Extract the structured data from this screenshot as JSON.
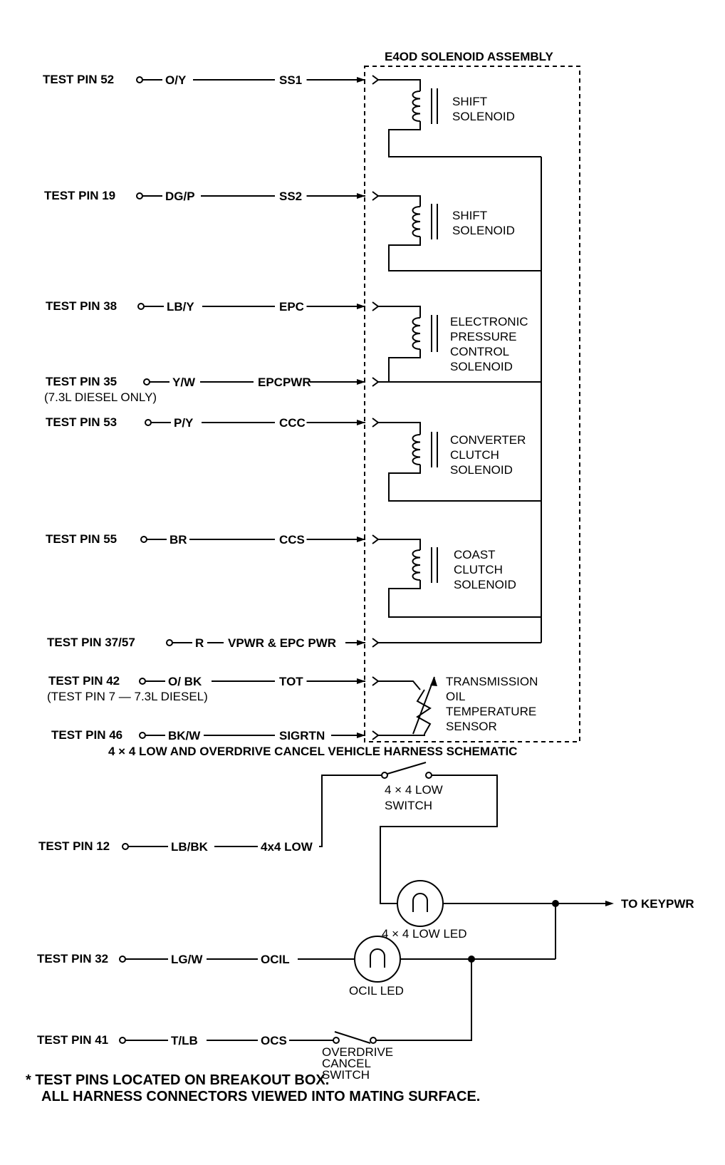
{
  "assembly_title": "E4OD SOLENOID ASSEMBLY",
  "pins": [
    {
      "pin": "TEST PIN 52",
      "wire": "O/Y",
      "signal": "SS1"
    },
    {
      "pin": "TEST PIN 19",
      "wire": "DG/P",
      "signal": "SS2"
    },
    {
      "pin": "TEST PIN 38",
      "wire": "LB/Y",
      "signal": "EPC"
    },
    {
      "pin": "TEST PIN 35",
      "note": "(7.3L DIESEL ONLY)",
      "wire": "Y/W",
      "signal": "EPCPWR"
    },
    {
      "pin": "TEST PIN 53",
      "wire": "P/Y",
      "signal": "CCC"
    },
    {
      "pin": "TEST PIN 55",
      "wire": "BR",
      "signal": "CCS"
    },
    {
      "pin": "TEST PIN 37/57",
      "wire": "R",
      "signal": "VPWR & EPC PWR"
    },
    {
      "pin": "TEST PIN 42",
      "note": "(TEST PIN 7 — 7.3L DIESEL)",
      "wire": "O/ BK",
      "signal": "TOT"
    },
    {
      "pin": "TEST PIN 46",
      "wire": "BK/W",
      "signal": "SIGRTN"
    }
  ],
  "components": [
    {
      "lines": [
        "SHIFT",
        "SOLENOID"
      ]
    },
    {
      "lines": [
        "SHIFT",
        "SOLENOID"
      ]
    },
    {
      "lines": [
        "ELECTRONIC",
        "PRESSURE",
        "CONTROL",
        "SOLENOID"
      ]
    },
    {
      "lines": [
        "CONVERTER",
        "CLUTCH",
        "SOLENOID"
      ]
    },
    {
      "lines": [
        "COAST",
        "CLUTCH",
        "SOLENOID"
      ]
    },
    {
      "lines": [
        "TRANSMISSION",
        "OIL",
        "TEMPERATURE",
        "SENSOR"
      ]
    }
  ],
  "harness_title": "4 × 4 LOW AND OVERDRIVE CANCEL VEHICLE HARNESS SCHEMATIC",
  "harness_pins": [
    {
      "pin": "TEST PIN 12",
      "wire": "LB/BK",
      "signal": "4x4 LOW"
    },
    {
      "pin": "TEST PIN 32",
      "wire": "LG/W",
      "signal": "OCIL"
    },
    {
      "pin": "TEST PIN 41",
      "wire": "T/LB",
      "signal": "OCS"
    }
  ],
  "switch_4x4_label": [
    "4 × 4 LOW",
    "SWITCH"
  ],
  "led_4x4_label": "4 × 4 LOW LED",
  "ocil_led_label": "OCIL LED",
  "od_switch_label": [
    "OVERDRIVE",
    "CANCEL",
    "SWITCH"
  ],
  "keypwr_label": "TO KEYPWR",
  "footnote": [
    "*  TEST PINS LOCATED ON BREAKOUT BOX.",
    "ALL HARNESS CONNECTORS VIEWED INTO MATING SURFACE."
  ]
}
